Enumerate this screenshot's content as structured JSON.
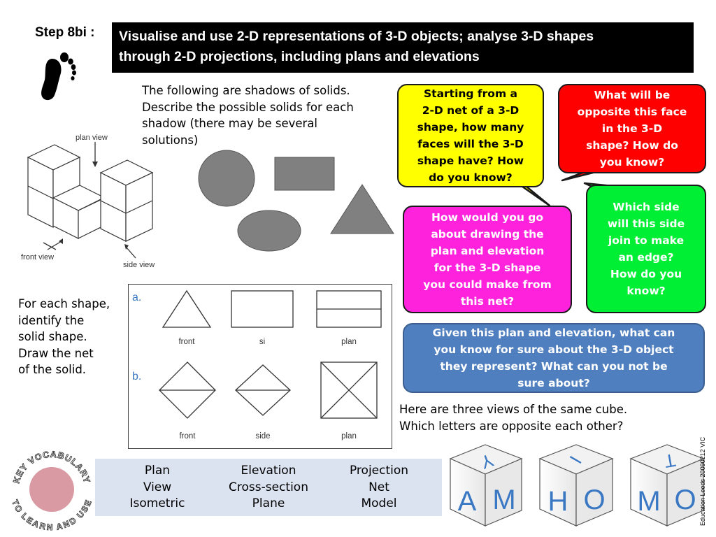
{
  "header": {
    "step": "Step 8bi :",
    "title_line1": "Visualise and use 2-D representations of 3-D objects; analyse 3-D shapes",
    "title_line2": "through 2-D projections, including plans and elevations"
  },
  "shadows": {
    "line1": "The following are shadows of solids.",
    "line2": "Describe the possible solids for each",
    "line3": "shadow (there may be several",
    "line4": "solutions)"
  },
  "isometric_labels": {
    "plan_view": "plan view",
    "front_view": "front view",
    "side_view": "side view"
  },
  "each_shape": {
    "line1": "For each shape,",
    "line2": "identify the",
    "line3": "solid shape.",
    "line4": "Draw the net",
    "line5": "of the solid."
  },
  "views_figure": {
    "row_a": "a.",
    "row_b": "b.",
    "a_labels": [
      "front",
      "si",
      "plan"
    ],
    "b_labels": [
      "front",
      "side",
      "plan"
    ]
  },
  "bubbles": {
    "net_faces": {
      "lines": [
        "Starting from a",
        "2-D net of a 3-D",
        "shape, how many",
        "faces will the 3-D",
        "shape have? How",
        "do you know?"
      ],
      "color": "#ffff00",
      "text_color": "#000000"
    },
    "opposite_face": {
      "lines": [
        "What will be",
        "opposite this face",
        "in the 3-D",
        "shape? How do",
        "you know?"
      ],
      "color": "#ff0000",
      "text_color": "#ffffff"
    },
    "which_side": {
      "lines": [
        "Which side",
        "will this side",
        "join to make",
        "an edge?",
        "How do you",
        "know?"
      ],
      "color": "#00ee33",
      "text_color": "#ffffff"
    },
    "plan_elevation": {
      "lines": [
        "How would you go",
        "about drawing the",
        "plan and elevation",
        "for the 3-D shape",
        "you could make from",
        "this net?"
      ],
      "color": "#ff22dd",
      "text_color": "#ffffff"
    },
    "given_plan": {
      "lines": [
        "Given this plan and elevation, what can",
        "you know for sure about the 3-D object",
        "they represent? What can you not be",
        "sure about?"
      ],
      "color": "#4f7fbf",
      "text_color": "#ffffff"
    }
  },
  "cube_question": {
    "line1": "Here are three views of the same cube.",
    "line2": "Which letters are opposite each other?"
  },
  "cubes": [
    {
      "top": "Y",
      "left": "A",
      "right": "M"
    },
    {
      "top": "I",
      "left": "H",
      "right": "O"
    },
    {
      "top": "T",
      "left": "M",
      "right": "O"
    }
  ],
  "vocab_badge": {
    "top_text": "KEY VOCABULARY",
    "bottom_text": "TO LEARN AND USE"
  },
  "vocabulary": {
    "col1": [
      "Plan",
      "View",
      "Isometric"
    ],
    "col2": [
      "Elevation",
      "Cross-section",
      "Plane"
    ],
    "col3": [
      "Projection",
      "Net",
      "Model"
    ]
  },
  "credit": "Education Leeds 20090212 VIC",
  "colors": {
    "title_bg": "#000000",
    "vocab_bg": "#dbe3f1",
    "shadow_fill": "#808080",
    "cube_letter": "#3b78c4",
    "badge_circle": "#d99aa3"
  }
}
